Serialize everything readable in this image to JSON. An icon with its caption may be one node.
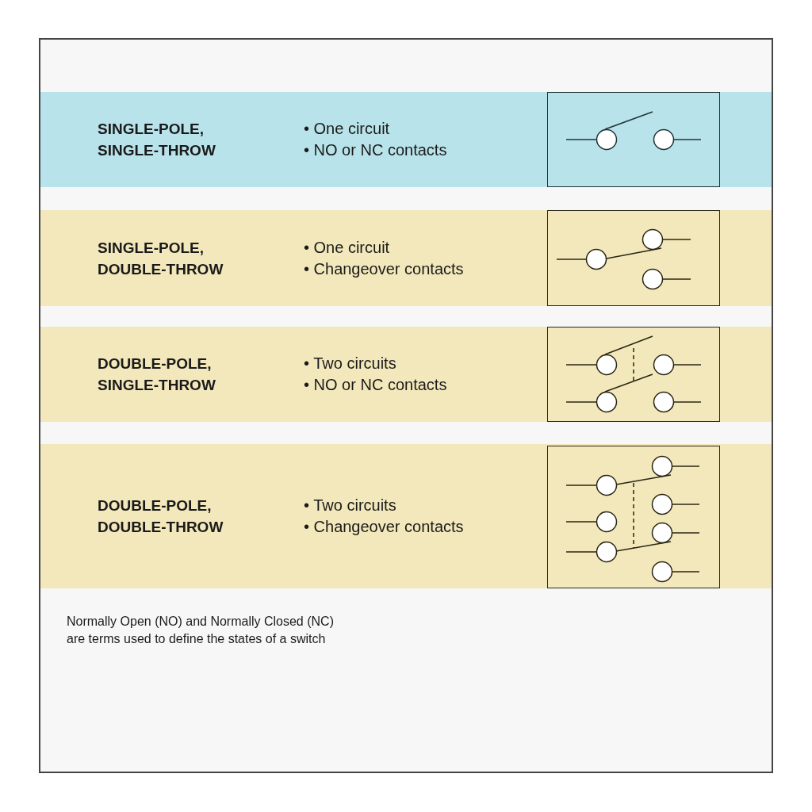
{
  "diagram": {
    "nodes": [
      {
        "text": [
          "SINGLE-POLE, SINGLE-THROW",
          "• One circuit",
          "• NO or NC contacts"
        ]
      },
      {
        "text": [],
        "shape": "picture",
        "in": 0
      },
      {
        "text": [
          "SINGLE-POLE, DOUBLE-THROW",
          "• One circuit",
          "• Changeover contacts"
        ]
      },
      {
        "text": [],
        "shape": "picture",
        "in": 2
      },
      {
        "text": [
          "DOUBLE-POLE, SINGLE-THROW",
          "• Two circuits",
          "• NO or NC contacts"
        ]
      },
      {
        "text": [],
        "shape": "picture",
        "in": 4
      },
      {
        "text": [
          "DOUBLE-POLE, DOUBLE-THROW",
          "• Two circuits",
          "• Changeover contacts"
        ]
      },
      {
        "text": [],
        "shape": "picture",
        "in": 6
      }
    ],
    "labels": [
      "Normally Open (NO) and Normally Closed (NC) are terms used to define the states of a switch"
    ]
  }
}
